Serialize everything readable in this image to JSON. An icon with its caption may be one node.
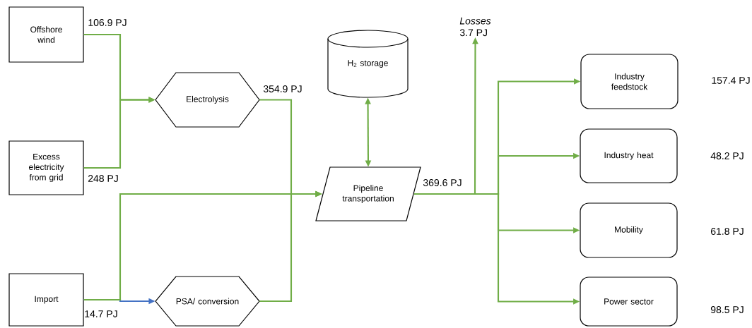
{
  "diagram": {
    "nodes": [
      {
        "text": [
          "Offshore wind"
        ],
        "beside": [
          "106.9 PJ"
        ]
      },
      {
        "text": [
          "Excess electricity from grid"
        ],
        "beside": [
          "248 PJ"
        ]
      },
      {
        "text": [
          "Electrolysis"
        ],
        "beside": [
          "354.9 PJ"
        ]
      },
      {
        "text": [
          "H$_{2}$ storage"
        ]
      },
      {
        "text": [
          "Pipeline transportation"
        ],
        "beside": [
          "369.6 PJ"
        ]
      },
      {
        "text": [
          "Import"
        ],
        "beside": [
          "14.7 PJ"
        ]
      },
      {
        "text": [
          "PSA/ conversion"
        ]
      },
      {
        "text": [
          "Losses",
          "3.7 PJ"
        ]
      },
      {
        "text": [
          "Industry feedstock"
        ],
        "beside": [
          "157.4 PJ"
        ]
      },
      {
        "text": [
          "Industry heat"
        ],
        "beside": [
          "48.2 PJ"
        ]
      },
      {
        "text": [
          "Mobility"
        ],
        "beside": [
          "61.8 PJ"
        ]
      },
      {
        "text": [
          "Power sector"
        ],
        "beside": [
          "98.5 PJ"
        ]
      }
    ],
    "edges": [
      {
        "from": 0,
        "to": 2,
        "arrow": "to"
      },
      {
        "from": 1,
        "to": 2,
        "arrow": "to"
      },
      {
        "from": 2,
        "to": 4,
        "arrow": "to"
      },
      {
        "from": 5,
        "to": 6,
        "arrow": "to",
        "color": "#4472c4"
      },
      {
        "from": 5,
        "to": 4,
        "arrow": "to"
      },
      {
        "from": 6,
        "to": 4,
        "arrow": "to"
      },
      {
        "from": 3,
        "to": 4,
        "arrow": "both"
      },
      {
        "from": 4,
        "to": 7,
        "arrow": "to"
      },
      {
        "from": 4,
        "to": 8,
        "arrow": "to"
      },
      {
        "from": 4,
        "to": 9,
        "arrow": "to"
      },
      {
        "from": 4,
        "to": 10,
        "arrow": "to"
      },
      {
        "from": 4,
        "to": 11,
        "arrow": "to"
      }
    ]
  }
}
